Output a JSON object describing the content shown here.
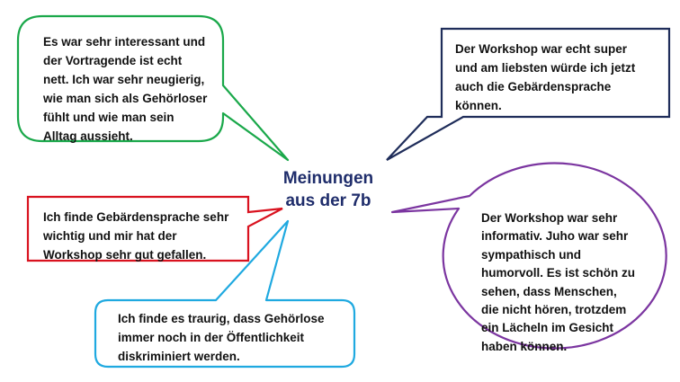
{
  "title": {
    "text": "Meinungen\naus der 7b",
    "color": "#1f2d6b"
  },
  "bubbles": {
    "green": {
      "color": "#1aa84a",
      "text": "Es war sehr interessant und\nder Vortragende ist echt\nnett. Ich war sehr neugierig,\nwie man sich als Gehörloser\nfühlt und wie man sein\nAlltag aussieht."
    },
    "navy": {
      "color": "#1f2d5a",
      "text": "Der Workshop war echt super\nund am liebsten würde ich jetzt\nauch die Gebärdensprache\nkönnen."
    },
    "red": {
      "color": "#d9121f",
      "text": "Ich finde Gebärdensprache sehr\nwichtig und mir hat der\nWorkshop sehr gut gefallen."
    },
    "blue": {
      "color": "#1fa9e0",
      "text": "Ich finde es traurig, dass Gehörlose\nimmer noch in der Öffentlichkeit\ndiskriminiert werden."
    },
    "purple": {
      "color": "#7b35a0",
      "text": "Der Workshop war sehr\ninformativ. Juho war sehr\nsympathisch und\nhumorvoll. Es ist schön zu\nsehen, dass Menschen,\ndie nicht hören, trotzdem\nein Lächeln im Gesicht\nhaben können."
    }
  }
}
